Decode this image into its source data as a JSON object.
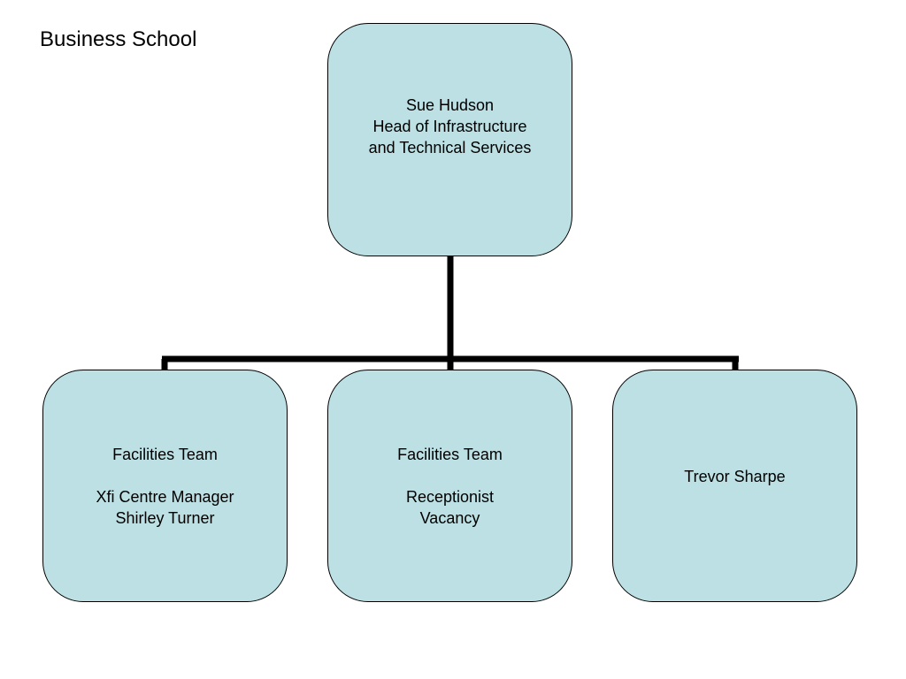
{
  "title": "Business School",
  "colors": {
    "box_fill": "#bce0e3",
    "box_border": "#000000",
    "connector": "#000000"
  },
  "org_chart": {
    "root": {
      "lines": [
        "Sue Hudson",
        "Head of Infrastructure",
        "and Technical Services"
      ]
    },
    "children": [
      {
        "lines": [
          "Facilities Team",
          "",
          "Xfi Centre Manager",
          "Shirley Turner"
        ]
      },
      {
        "lines": [
          "Facilities Team",
          "",
          "Receptionist",
          "Vacancy"
        ]
      },
      {
        "lines": [
          "Trevor Sharpe"
        ]
      }
    ]
  }
}
